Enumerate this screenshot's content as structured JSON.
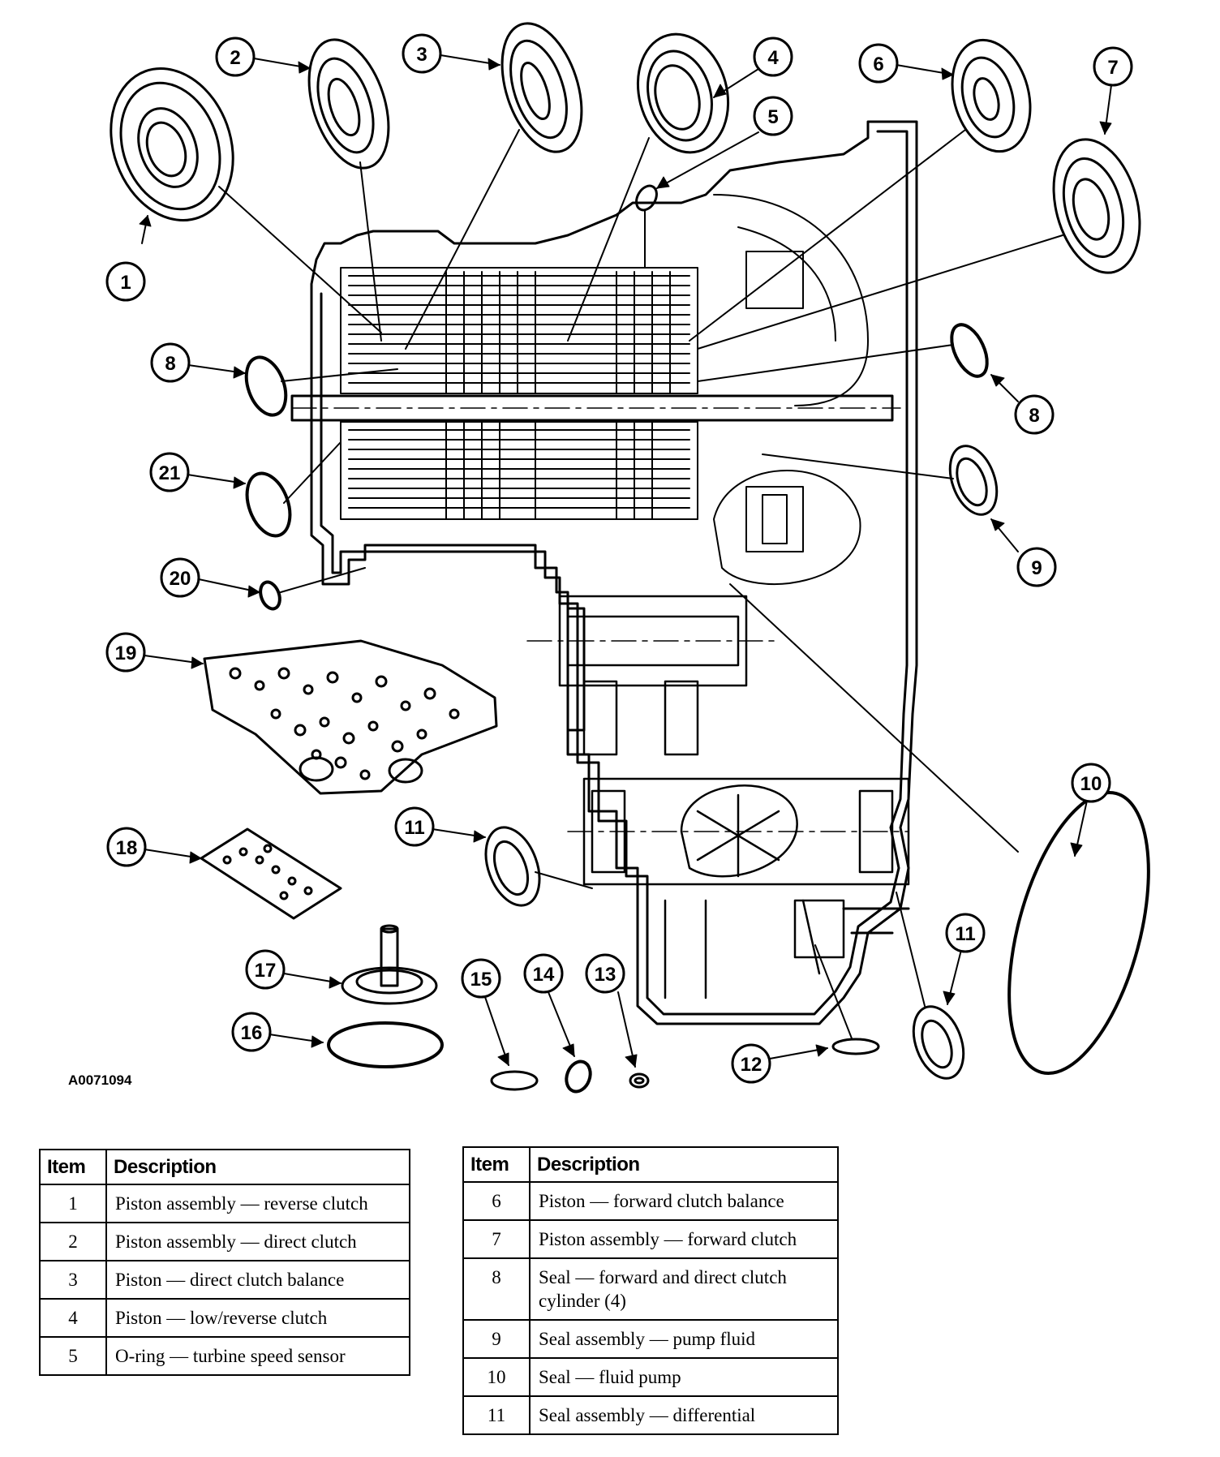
{
  "figure_id": "A0071094",
  "callouts": [
    "1",
    "2",
    "3",
    "4",
    "5",
    "6",
    "7",
    "8",
    "8",
    "9",
    "10",
    "11",
    "11",
    "12",
    "13",
    "14",
    "15",
    "16",
    "17",
    "18",
    "19",
    "20",
    "21"
  ],
  "legend": {
    "headers": {
      "item": "Item",
      "description": "Description"
    },
    "left": [
      {
        "item": "1",
        "desc": "Piston assembly — reverse clutch"
      },
      {
        "item": "2",
        "desc": "Piston assembly — direct clutch"
      },
      {
        "item": "3",
        "desc": "Piston — direct clutch balance"
      },
      {
        "item": "4",
        "desc": "Piston — low/reverse clutch"
      },
      {
        "item": "5",
        "desc": "O-ring — turbine speed sensor"
      }
    ],
    "right": [
      {
        "item": "6",
        "desc": "Piston — forward clutch balance"
      },
      {
        "item": "7",
        "desc": "Piston assembly — forward clutch"
      },
      {
        "item": "8",
        "desc": "Seal — forward and direct clutch cylinder (4)"
      },
      {
        "item": "9",
        "desc": "Seal assembly — pump fluid"
      },
      {
        "item": "10",
        "desc": "Seal — fluid pump"
      },
      {
        "item": "11",
        "desc": "Seal assembly — differential"
      }
    ]
  }
}
